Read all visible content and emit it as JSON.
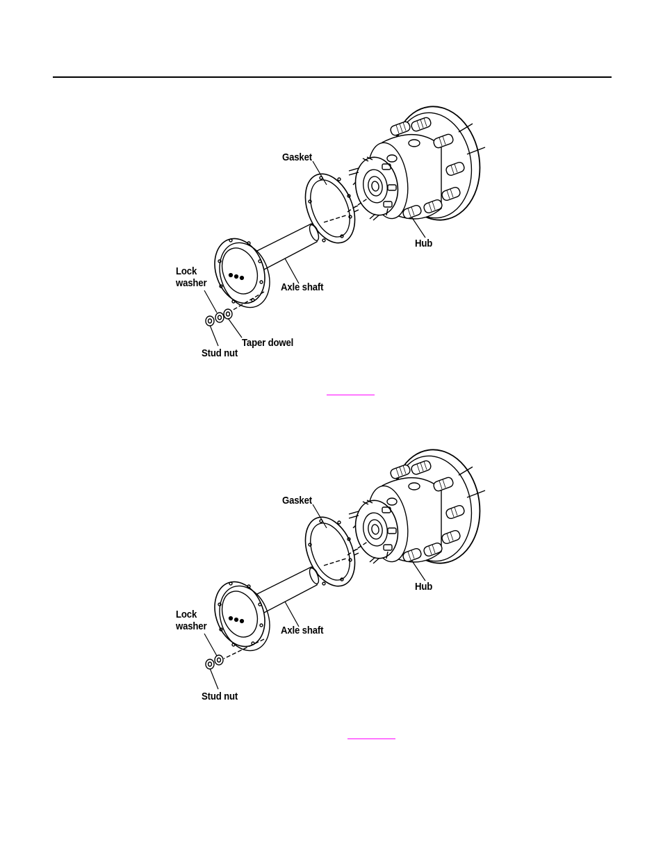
{
  "figures": [
    {
      "callouts": {
        "gasket": "Gasket",
        "hub": "Hub",
        "lock_washer_line1": "Lock",
        "lock_washer_line2": "washer",
        "axle_shaft": "Axle shaft",
        "taper_dowel": "Taper dowel",
        "stud_nut": "Stud nut"
      }
    },
    {
      "callouts": {
        "gasket": "Gasket",
        "hub": "Hub",
        "lock_washer_line1": "Lock",
        "lock_washer_line2": "washer",
        "axle_shaft": "Axle shaft",
        "stud_nut": "Stud nut"
      }
    }
  ],
  "colors": {
    "link_underline": "#ff00ff",
    "line_art": "#000000"
  }
}
